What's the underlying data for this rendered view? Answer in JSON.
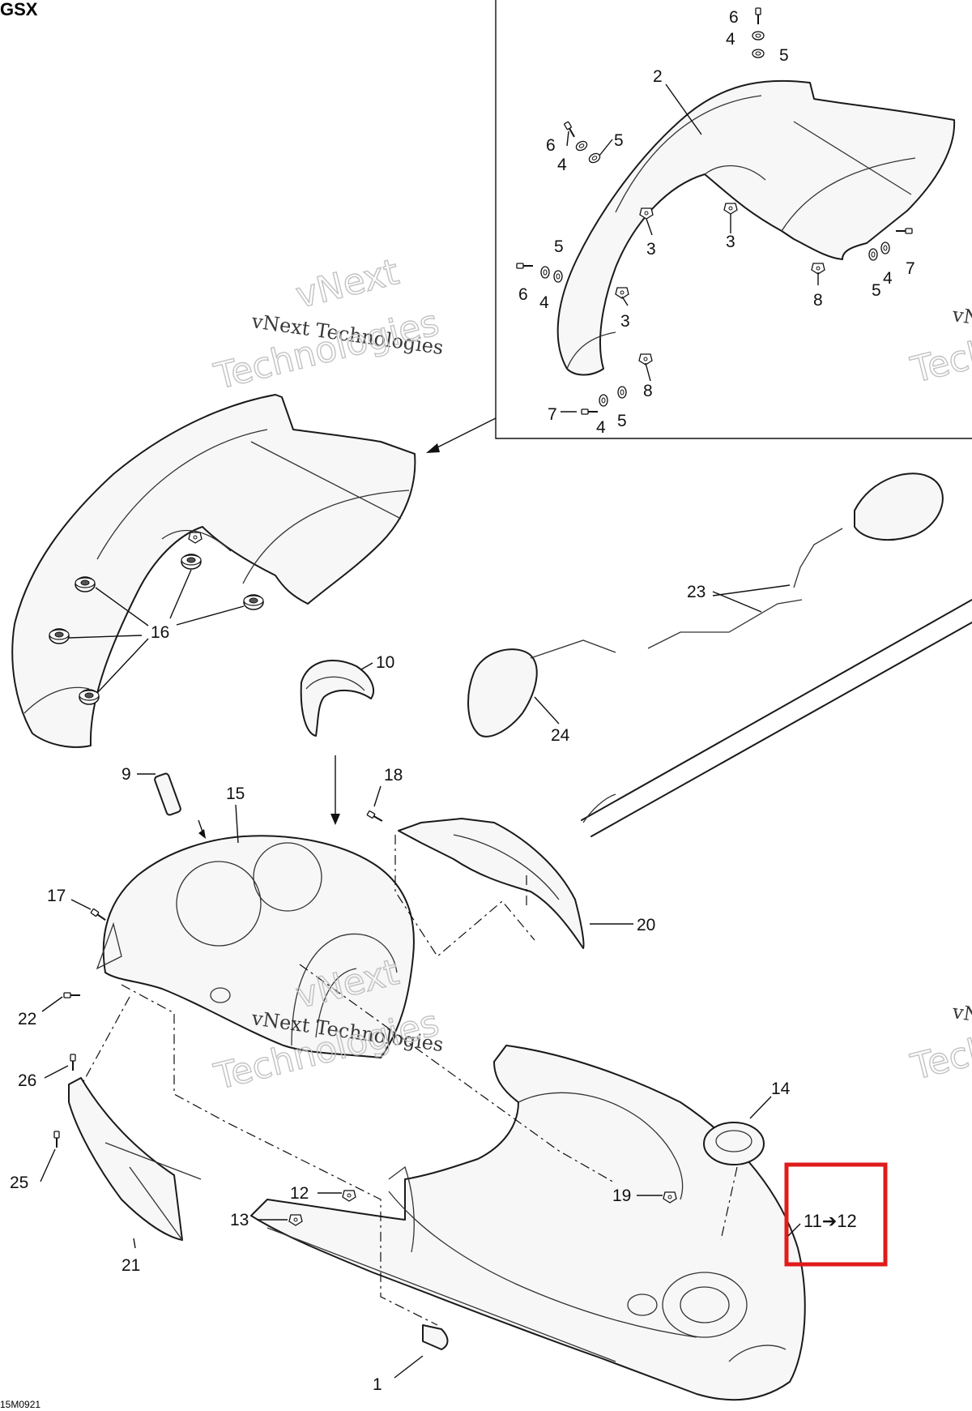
{
  "diagram": {
    "model": "GSX",
    "drawing_ref": "15M0921",
    "watermark": {
      "name": "vNext",
      "line2": "Technologies",
      "full": "vNext Technologies"
    },
    "callouts": {
      "c1": "1",
      "c2": "2",
      "c3": "3",
      "c4": "4",
      "c5": "5",
      "c6": "6",
      "c7": "7",
      "c8": "8",
      "c9": "9",
      "c10": "10",
      "c12": "12",
      "c13": "13",
      "c14": "14",
      "c15": "15",
      "c16": "16",
      "c17": "17",
      "c18": "18",
      "c19": "19",
      "c20": "20",
      "c21": "21",
      "c22": "22",
      "c23": "23",
      "c24": "24",
      "c25": "25",
      "c26": "26"
    },
    "highlight": {
      "label": "11➔12",
      "color": "#e01b1b"
    }
  }
}
